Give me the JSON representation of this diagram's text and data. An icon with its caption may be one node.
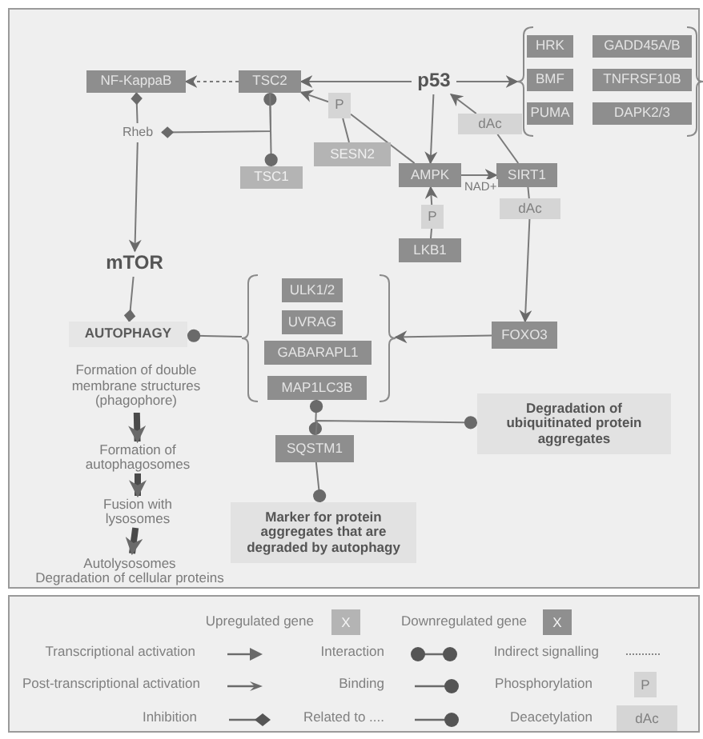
{
  "diagram": {
    "nodes": [
      {
        "text": [
          "NF-KappaB"
        ]
      },
      {
        "text": [
          "TSC2"
        ]
      },
      {
        "text": [
          "p53"
        ]
      },
      {
        "text": [],
        "shape": "bracket"
      },
      {
        "text": [
          "HRK"
        ],
        "in": 3
      },
      {
        "text": [
          "GADD45A/B"
        ],
        "in": 3
      },
      {
        "text": [
          "BMF"
        ],
        "in": 3
      },
      {
        "text": [
          "TNFRSF10B"
        ],
        "in": 3
      },
      {
        "text": [
          "PUMA"
        ],
        "in": 3
      },
      {
        "text": [
          "DAPK2/3"
        ],
        "in": 3
      },
      {
        "text": [
          "Rheb"
        ]
      },
      {
        "text": [
          "TSC1"
        ]
      },
      {
        "text": [
          "P"
        ]
      },
      {
        "text": [
          "SESN2"
        ]
      },
      {
        "text": [
          "AMPK"
        ]
      },
      {
        "text": [
          "SIRT1"
        ]
      },
      {
        "text": [
          "dAc"
        ]
      },
      {
        "text": [
          "dAc"
        ]
      },
      {
        "text": [
          "P"
        ]
      },
      {
        "text": [
          "LKB1"
        ]
      },
      {
        "text": [
          "mTOR"
        ]
      },
      {
        "text": [
          "AUTOPHAGY"
        ]
      },
      {
        "text": [],
        "shape": "bracket"
      },
      {
        "text": [
          "ULK1/2"
        ],
        "in": 22
      },
      {
        "text": [
          "UVRAG"
        ],
        "in": 22
      },
      {
        "text": [
          "GABARAPL1"
        ],
        "in": 22
      },
      {
        "text": [
          "MAP1LC3B"
        ],
        "in": 22
      },
      {
        "text": [
          "FOXO3"
        ]
      },
      {
        "text": [
          "SQSTM1"
        ]
      },
      {
        "text": [
          "Degradation of ubiquitinated protein aggregates"
        ]
      },
      {
        "text": [
          "Marker for protein aggregates that are degraded by autophagy"
        ]
      },
      {
        "text": [
          "Formation of double membrane structures (phagophore)"
        ]
      },
      {
        "text": [
          "Formation of autophagosomes"
        ]
      },
      {
        "text": [
          "Fusion with lysosomes"
        ]
      },
      {
        "text": [
          "Autolysosomes",
          "Degradation of cellular proteins"
        ]
      }
    ],
    "edges": [
      {
        "from": 1,
        "to": 0,
        "arrow": "to",
        "style": "dashed"
      },
      {
        "from": 2,
        "to": 1,
        "arrow": "to"
      },
      {
        "from": 2,
        "to": 3,
        "arrow": "to"
      },
      {
        "from": 1,
        "to": 11,
        "arrow": "other"
      },
      {
        "from": 1,
        "to": 10,
        "arrow": "other"
      },
      {
        "from": 10,
        "to": 0,
        "arrow": "other"
      },
      {
        "from": 10,
        "to": 20,
        "arrow": "to"
      },
      {
        "from": 20,
        "to": 21,
        "arrow": "other"
      },
      {
        "from": 14,
        "to": 12,
        "arrow": "none"
      },
      {
        "from": 12,
        "to": 1,
        "arrow": "to"
      },
      {
        "from": 13,
        "to": 12,
        "arrow": "none"
      },
      {
        "from": 2,
        "to": 14,
        "arrow": "to"
      },
      {
        "from": 14,
        "to": 15,
        "arrow": "to",
        "label": "NAD+"
      },
      {
        "from": 15,
        "to": 16,
        "arrow": "none"
      },
      {
        "from": 16,
        "to": 2,
        "arrow": "to"
      },
      {
        "from": 15,
        "to": 17,
        "arrow": "none"
      },
      {
        "from": 17,
        "to": 27,
        "arrow": "to"
      },
      {
        "from": 19,
        "to": 18,
        "arrow": "none"
      },
      {
        "from": 18,
        "to": 14,
        "arrow": "to"
      },
      {
        "from": 27,
        "to": 22,
        "arrow": "to"
      },
      {
        "from": 22,
        "to": 21,
        "arrow": "other"
      },
      {
        "from": 26,
        "to": 28,
        "arrow": "other"
      },
      {
        "from": 28,
        "to": 29,
        "arrow": "other"
      },
      {
        "from": 28,
        "to": 30,
        "arrow": "other"
      },
      {
        "from": 31,
        "to": 32,
        "arrow": "to",
        "style": "thick"
      },
      {
        "from": 32,
        "to": 33,
        "arrow": "to",
        "style": "thick"
      },
      {
        "from": 33,
        "to": 34,
        "arrow": "to",
        "style": "thick"
      }
    ],
    "labels": [
      "X",
      "X",
      "P",
      "dAc"
    ],
    "legend": [
      {
        "text": "Upregulated gene",
        "color": "#b4b4b4"
      },
      {
        "text": "Downregulated gene",
        "color": "#8f8f8f"
      },
      {
        "text": "Transcriptional activation"
      },
      {
        "text": "Interaction"
      },
      {
        "text": "Indirect signalling"
      },
      {
        "text": "Post-transcriptional activation"
      },
      {
        "text": "Binding"
      },
      {
        "text": "Phosphorylation"
      },
      {
        "text": "Inhibition"
      },
      {
        "text": "Related to ...."
      },
      {
        "text": "Deacetylation"
      }
    ]
  }
}
